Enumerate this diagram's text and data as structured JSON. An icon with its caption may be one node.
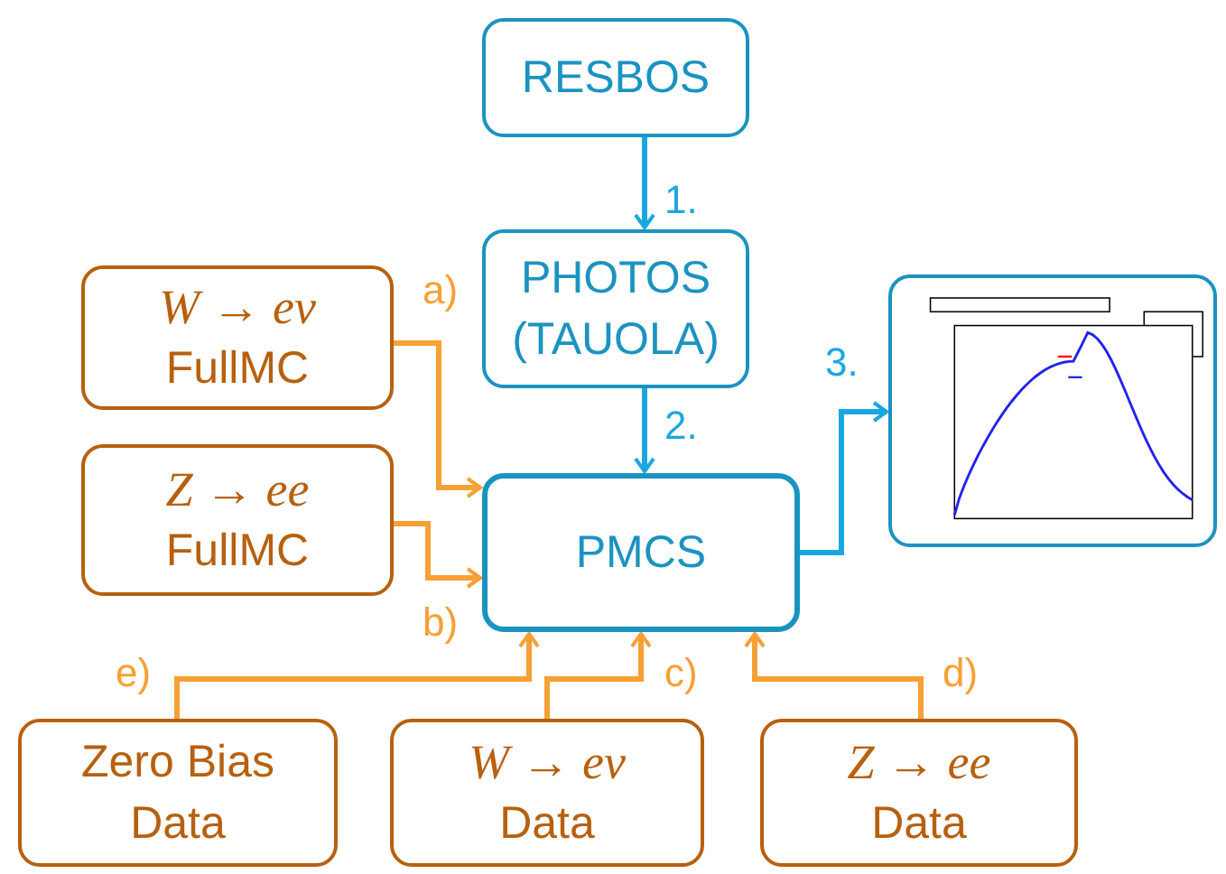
{
  "diagram": {
    "nodes": [
      {
        "text": [
          "RESBOS"
        ]
      },
      {
        "text": [
          "PHOTOS (TAUOLA)"
        ]
      },
      {
        "text": [
          "*W* → *eν*",
          "FullMC"
        ]
      },
      {
        "text": [
          "*Z* → *ee*",
          "FullMC"
        ]
      },
      {
        "text": [
          "PMCS"
        ]
      },
      {
        "text": [],
        "shape": "picture"
      },
      {
        "text": [
          "Zero Bias Data"
        ]
      },
      {
        "text": [
          "*W* → *eν*",
          "Data"
        ]
      },
      {
        "text": [
          "*Z* → *ee*",
          "Data"
        ]
      }
    ],
    "edges": [
      {
        "from": 0,
        "to": 1,
        "arrow": "to",
        "label": "1.",
        "color": "#1aa7e0"
      },
      {
        "from": 1,
        "to": 4,
        "arrow": "to",
        "label": "2.",
        "color": "#1aa7e0"
      },
      {
        "from": 4,
        "to": 5,
        "arrow": "to",
        "label": "3.",
        "color": "#1aa7e0"
      },
      {
        "from": 2,
        "to": 4,
        "arrow": "to",
        "label": "a)"
      },
      {
        "from": 3,
        "to": 4,
        "arrow": "to",
        "label": "b)"
      },
      {
        "from": 6,
        "to": 4,
        "arrow": "to",
        "label": "e)"
      },
      {
        "from": 7,
        "to": 4,
        "arrow": "to",
        "label": "c)"
      },
      {
        "from": 8,
        "to": 4,
        "arrow": "to",
        "label": "d)"
      }
    ]
  }
}
